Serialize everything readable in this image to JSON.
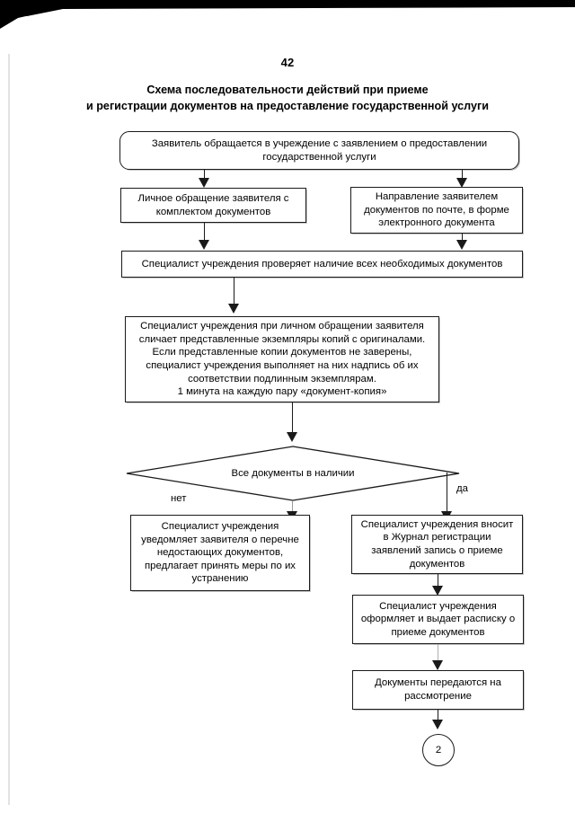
{
  "page": {
    "number": "42",
    "title_line1": "Схема последовательности действий при приеме",
    "title_line2": "и регистрации документов на предоставление государственной услуги"
  },
  "flowchart": {
    "nodes": {
      "start": {
        "text": "Заявитель обращается в учреждение с заявлением о предоставлении государственной услуги",
        "shape": "rounded-rect"
      },
      "personal_visit": {
        "text": "Личное обращение заявителя с комплектом документов",
        "shape": "rect"
      },
      "mail_submission": {
        "text": "Направление заявителем документов по почте, в форме электронного документа",
        "shape": "rect"
      },
      "check_documents": {
        "text": "Специалист учреждения проверяет наличие всех необходимых документов",
        "shape": "rect"
      },
      "compare_copies": {
        "line1": "Специалист учреждения при личном обращении заявителя",
        "line2": "сличает представленные экземпляры копий с оригиналами.",
        "line3": "Если представленные копии документов не заверены,",
        "line4": "специалист учреждения выполняет на них надпись об их",
        "line5": "соответствии подлинным экземплярам.",
        "line6": "1 минута на каждую пару «документ-копия»",
        "shape": "rect"
      },
      "decision": {
        "text": "Все документы в наличии",
        "shape": "diamond"
      },
      "notify_missing": {
        "text": "Специалист учреждения уведомляет заявителя о перечне недостающих документов, предлагает принять меры по их устранению",
        "shape": "rect"
      },
      "register_journal": {
        "text": "Специалист учреждения вносит в Журнал регистрации заявлений запись о приеме документов",
        "shape": "rect"
      },
      "issue_receipt": {
        "text": "Специалист учреждения оформляет и выдает расписку о приеме документов",
        "shape": "rect"
      },
      "transfer_review": {
        "text": "Документы передаются на рассмотрение",
        "shape": "rect"
      },
      "offpage_connector": {
        "text": "2",
        "shape": "circle"
      }
    },
    "branch_labels": {
      "no": "нет",
      "yes": "да"
    }
  }
}
